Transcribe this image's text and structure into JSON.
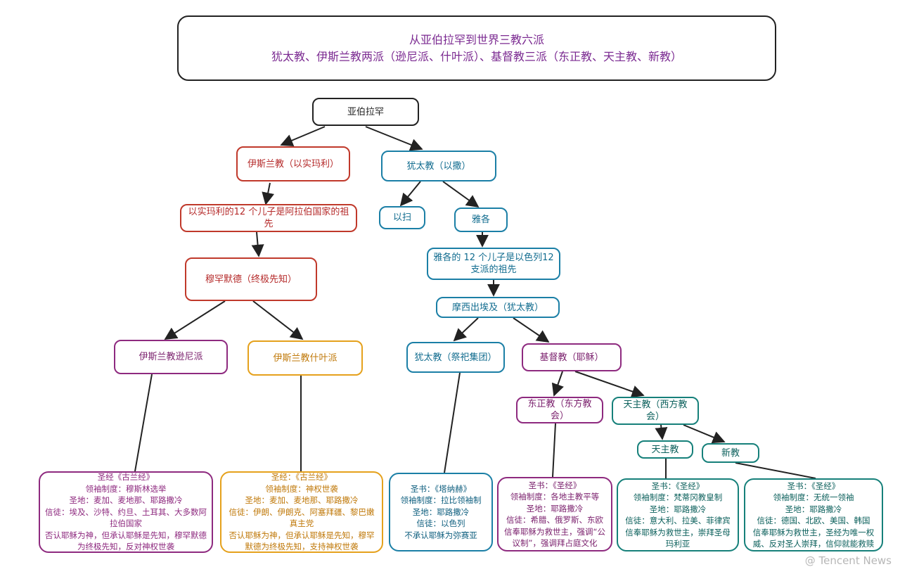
{
  "title": {
    "line1": "从亚伯拉罕到世界三教六派",
    "line2": "犹太教、伊斯兰教两派（逊尼派、什叶派）、基督教三派（东正教、天主教、新教）"
  },
  "nodes": {
    "abraham": "亚伯拉罕",
    "islam": "伊斯兰教（以实玛利）",
    "judaism_isaac": "犹太教（以撒）",
    "ishmael_sons": "以实玛利的12 个儿子是阿拉伯国家的祖先",
    "esau": "以扫",
    "jacob": "雅各",
    "jacob_sons": "雅各的 12 个儿子是以色列12支派的祖先",
    "muhammad": "穆罕默德（终极先知）",
    "moses": "摩西出埃及（犹太教）",
    "sunni": "伊斯兰教逊尼派",
    "shia": "伊斯兰教什叶派",
    "judaism_priest": "犹太教（祭祀集团）",
    "christianity": "基督教（耶稣）",
    "orthodox": "东正教（东方教会）",
    "catholic_western": "天主教（西方教会）",
    "catholic": "天主教",
    "protestant": "新教"
  },
  "info": {
    "sunni": [
      "圣经《古兰经》",
      "领袖制度：穆斯林选举",
      "圣地：麦加、麦地那、耶路撒冷",
      "信徒：埃及、沙特、约旦、土耳其、大多数阿拉伯国家",
      "否认耶稣为神，但承认耶稣是先知，穆罕默德为终极先知，反对神权世袭"
    ],
    "shia": [
      "圣经：《古兰经》",
      "领袖制度：神权世袭",
      "圣地：麦加、麦地那、耶路撒冷",
      "信徒：伊朗、伊朗克、阿塞拜疆、黎巴嫩真主党",
      "否认耶稣为神，但承认耶稣是先知，穆罕默德为终极先知，支持神权世袭"
    ],
    "judaism": [
      "圣书：《塔纳赫》",
      "领袖制度：拉比领袖制",
      "圣地：耶路撒冷",
      "信徒：以色列",
      "不承认耶稣为弥赛亚"
    ],
    "orthodox": [
      "圣书：《圣经》",
      "领袖制度：各地主教平等",
      "圣地：耶路撒冷",
      "信徒：希腊、俄罗斯、东欧",
      "信奉耶稣为救世主，强调“公议制”，强调拜占庭文化"
    ],
    "catholic": [
      "圣书：《圣经》",
      "领袖制度：梵蒂冈教皇制",
      "圣地：耶路撒冷",
      "信徒：意大利、拉美、菲律宾",
      "信奉耶稣为救世主，崇拜圣母玛利亚"
    ],
    "protestant": [
      "圣书：《圣经》",
      "领袖制度：无统一领袖",
      "圣地：耶路撒冷",
      "信徒：德国、北欧、美国、韩国",
      "信奉耶稣为救世主，圣经为唯一权威、反对圣人崇拜，信仰就能救赎"
    ]
  },
  "watermark": "@ Tencent News",
  "colors": {
    "title": "#7b2a91",
    "islam": "#c0392b",
    "judaism": "#1b7fa6",
    "sunni": "#8e2a7f",
    "shia": "#e5a11c",
    "christian": "#16807a"
  }
}
